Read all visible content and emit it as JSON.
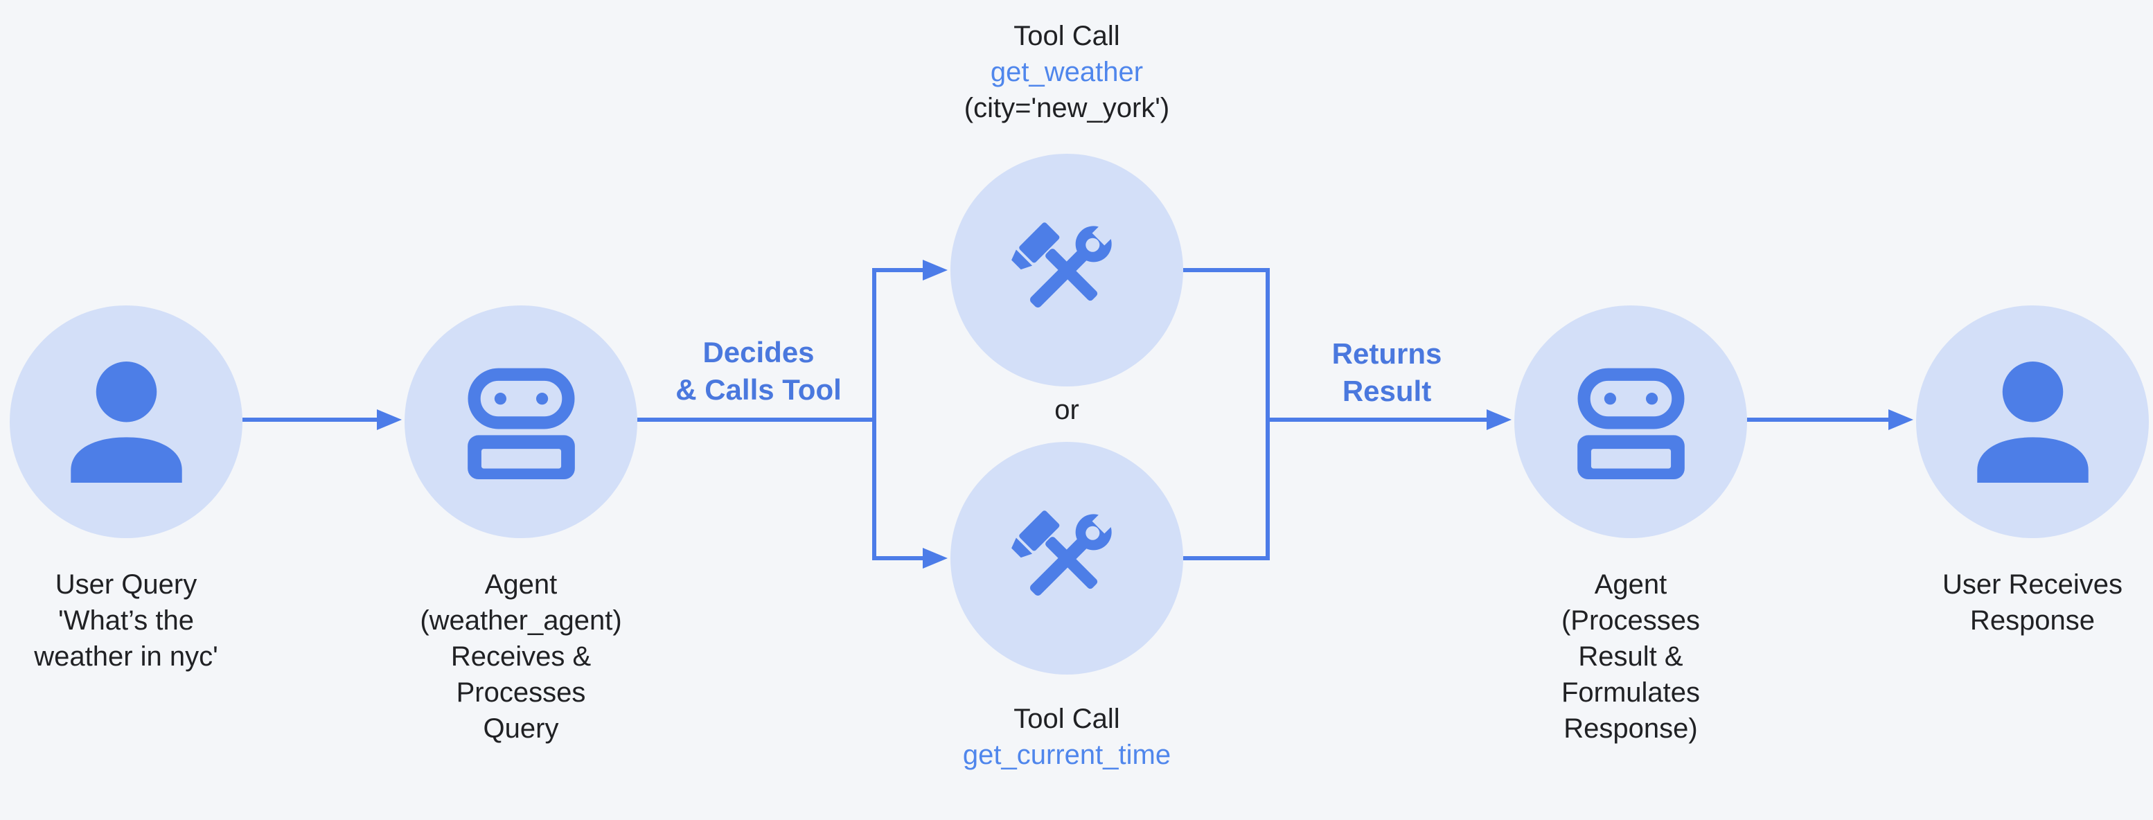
{
  "palette": {
    "bg": "#F4F6F9",
    "circle_fill": "#D3DFF8",
    "icon_blue": "#4D7EE7",
    "line_blue": "#4C7CE8",
    "label_blue": "#4A78DE",
    "link_blue": "#4F86EC",
    "text_dark": "#202124"
  },
  "nodes": {
    "user_in": {
      "lines": [
        "User Query",
        "'What’s the",
        "weather in nyc'"
      ]
    },
    "agent_in": {
      "lines": [
        "Agent",
        "(weather_agent)",
        "Receives &",
        "Processes",
        "Query"
      ]
    },
    "tool_weather": {
      "title": "Tool Call",
      "name": "get_weather",
      "args": "(city='new_york')"
    },
    "tool_time": {
      "title": "Tool Call",
      "name": "get_current_time"
    },
    "agent_out": {
      "lines": [
        "Agent",
        "(Processes",
        "Result &",
        "Formulates",
        "Response)"
      ]
    },
    "user_out": {
      "lines": [
        "User Receives",
        "Response"
      ]
    }
  },
  "edge_labels": {
    "decides": [
      "Decides",
      "& Calls Tool"
    ],
    "returns": [
      "Returns",
      "Result"
    ],
    "or": "or"
  },
  "icons": {
    "user_in": "person-icon",
    "agent_in": "robot-icon",
    "tool_weather": "tools-icon",
    "tool_time": "tools-icon",
    "agent_out": "robot-icon",
    "user_out": "person-icon"
  }
}
